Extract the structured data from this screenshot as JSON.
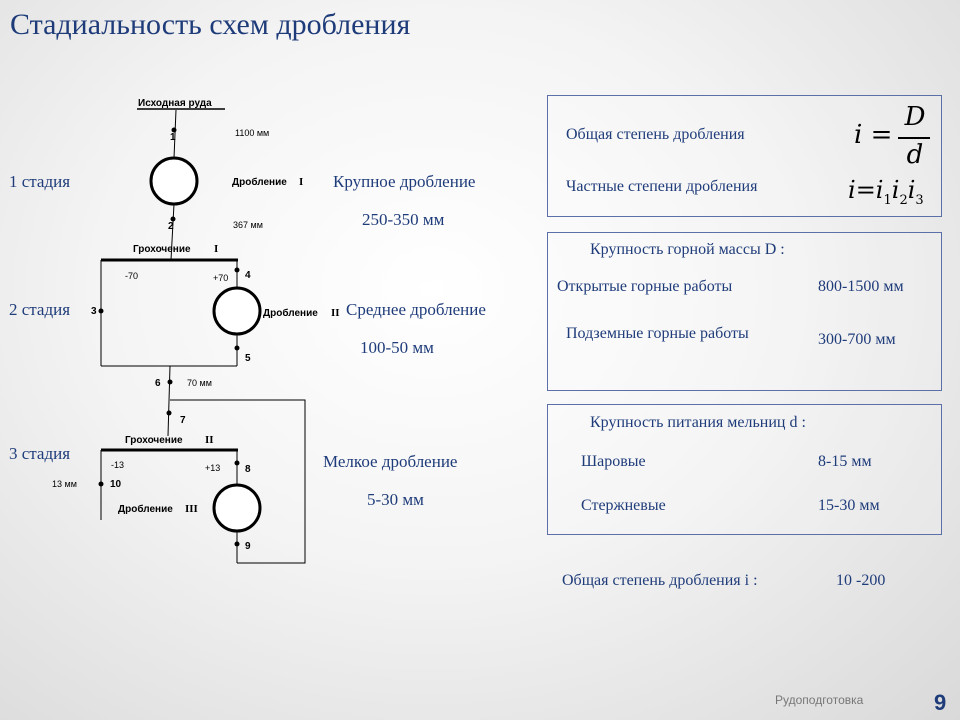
{
  "title": "Стадиальность схем дробления",
  "stages": [
    {
      "label": "1 стадия",
      "name": "Крупное дробление",
      "size": "250-350 мм"
    },
    {
      "label": "2 стадия",
      "name": "Среднее дробление",
      "size": "100-50 мм"
    },
    {
      "label": "3 стадия",
      "name": "Мелкое дробление",
      "size": "5-30 мм"
    }
  ],
  "diagram": {
    "source": "Исходная руда",
    "size_1100": "1100 мм",
    "crusher1_text": "Дробление",
    "crusher1_roman": "I",
    "size_367": "367 мм",
    "screen1_text": "Грохочение",
    "screen1_roman": "I",
    "minus70": "-70",
    "plus70": "+70",
    "crusher2_text": "Дробление",
    "crusher2_roman": "II",
    "size_70": "70 мм",
    "screen2_text": "Грохочение",
    "screen2_roman": "II",
    "minus13": "-13",
    "plus13": "+13",
    "size_13": "13 мм",
    "crusher3_text": "Дробление",
    "crusher3_roman": "III",
    "nodes": [
      "1",
      "2",
      "3",
      "4",
      "5",
      "6",
      "7",
      "8",
      "9",
      "10"
    ]
  },
  "formula_box": {
    "general_label": "Общая степень дробления",
    "partial_label": "Частные степени дробления",
    "formula_i": "i",
    "formula_eq": "=",
    "formula_num": "D",
    "formula_den": "d",
    "formula_partial_lhs": "i",
    "formula_partial_rhs_base": "i",
    "formula_sub1": "1",
    "formula_sub2": "2",
    "formula_sub3": "3"
  },
  "rock_box": {
    "heading": "Крупность горной массы D :",
    "rows": [
      {
        "label": "Открытые горные работы",
        "value": "800-1500 мм"
      },
      {
        "label": "Подземные горные работы",
        "value": "300-700 мм"
      }
    ]
  },
  "mill_box": {
    "heading": "Крупность питания мельниц d :",
    "rows": [
      {
        "label": "Шаровые",
        "value": "8-15 мм"
      },
      {
        "label": "Стержневые",
        "value": "15-30 мм"
      }
    ]
  },
  "total": {
    "label": "Общая степень дробления i :",
    "value": "10 -200"
  },
  "footer": "Рудоподготовка",
  "page_number": "9"
}
